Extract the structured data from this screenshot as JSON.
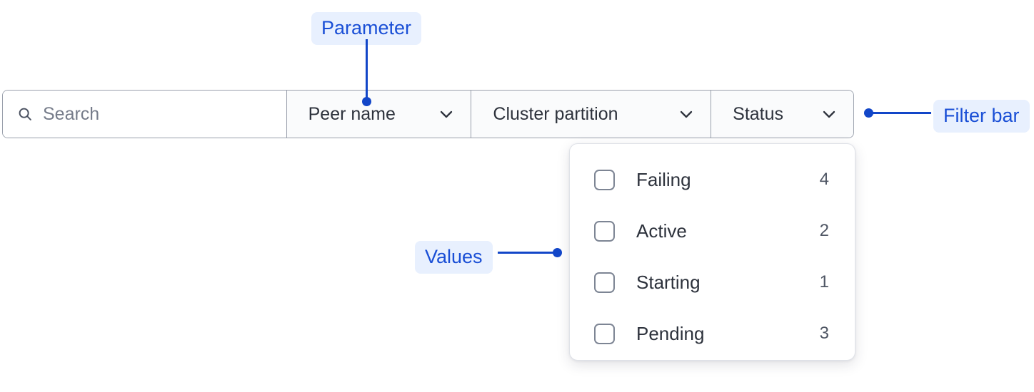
{
  "filter_bar": {
    "search": {
      "icon": "search-icon",
      "placeholder": "Search",
      "value": ""
    },
    "filters": [
      {
        "label": "Peer name",
        "icon": "chevron-down-icon",
        "name": "peer-name"
      },
      {
        "label": "Cluster partition",
        "icon": "chevron-down-icon",
        "name": "cluster-partition"
      },
      {
        "label": "Status",
        "icon": "chevron-down-icon",
        "name": "status"
      }
    ]
  },
  "dropdown": {
    "open_for": "Status",
    "options": [
      {
        "label": "Failing",
        "count": "4",
        "checked": false
      },
      {
        "label": "Active",
        "count": "2",
        "checked": false
      },
      {
        "label": "Starting",
        "count": "1",
        "checked": false
      },
      {
        "label": "Pending",
        "count": "3",
        "checked": false
      }
    ]
  },
  "annotations": {
    "parameter": "Parameter",
    "values": "Values",
    "filter_bar": "Filter bar"
  },
  "colors": {
    "annotation_text": "#1a4fd6",
    "annotation_bg": "#e8f0fe",
    "connector": "#1246c8",
    "border": "#9aa0ac",
    "text": "#2d323c",
    "muted_text": "#767c8a",
    "filter_cell_bg": "#fafbfc"
  }
}
